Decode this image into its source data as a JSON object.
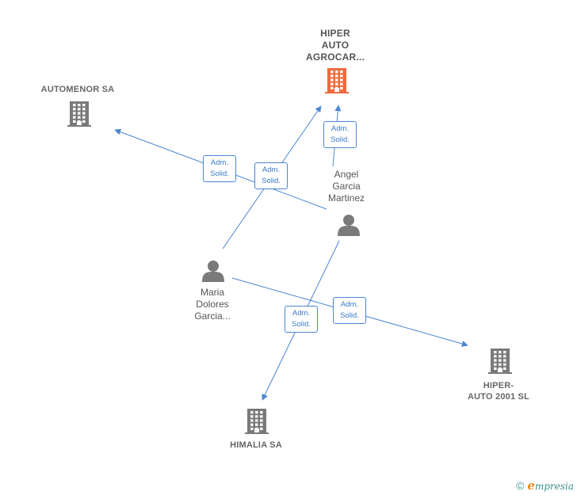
{
  "colors": {
    "edge": "#4a86d4",
    "building_grey": "#7a7a7a",
    "building_focus": "#f06a3c",
    "person": "#7a7a7a"
  },
  "nodes": {
    "hiper_auto_agrocar": {
      "label_lines": [
        "HIPER",
        "AUTO",
        "AGROCAR..."
      ],
      "icon": "building-icon",
      "focus": true
    },
    "automenor": {
      "label_lines": [
        "AUTOMENOR SA"
      ],
      "icon": "building-icon"
    },
    "angel": {
      "label_lines": [
        "Angel",
        "Garcia",
        "Martinez"
      ],
      "icon": "person-icon"
    },
    "maria": {
      "label_lines": [
        "Maria",
        "Dolores",
        "Garcia..."
      ],
      "icon": "person-icon"
    },
    "hiper_auto_2001": {
      "label_lines": [
        "HIPER-",
        "AUTO 2001 SL"
      ],
      "icon": "building-icon"
    },
    "himalia": {
      "label_lines": [
        "HIMALIA SA"
      ],
      "icon": "building-icon"
    }
  },
  "relations": [
    {
      "id": "rel1",
      "from": "angel",
      "to": "hiper_auto_agrocar",
      "lines": [
        "Adm.",
        "Solid."
      ]
    },
    {
      "id": "rel2",
      "from": "angel",
      "to": "automenor",
      "lines": [
        "Adm.",
        "Solid."
      ]
    },
    {
      "id": "rel3",
      "from": "maria",
      "to": "hiper_auto_agrocar",
      "lines": [
        "Adm.",
        "Solid."
      ]
    },
    {
      "id": "rel4",
      "from": "maria",
      "to": "hiper_auto_2001",
      "lines": [
        "Adm.",
        "Solid."
      ]
    },
    {
      "id": "rel5",
      "from": "angel",
      "to": "himalia",
      "lines": [
        "Adm.",
        "Solid."
      ]
    }
  ],
  "brand": {
    "copyright": "©",
    "initial": "e",
    "rest": "mpresia"
  }
}
